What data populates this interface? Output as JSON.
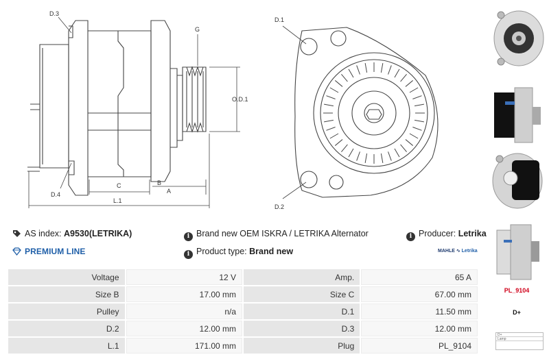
{
  "drawing": {
    "labels": {
      "d3": "D.3",
      "g": "G",
      "od1": "O.D.1",
      "c": "C",
      "b": "B",
      "a": "A",
      "l1": "L.1",
      "d4": "D.4",
      "d1": "D.1",
      "d2": "D.2"
    }
  },
  "info": {
    "as_index_label": "AS index:",
    "as_index_value": "A9530(LETRIKA)",
    "description": "Brand new OEM ISKRA / LETRIKA Alternator",
    "producer_label": "Producer:",
    "producer_value": "Letrika",
    "premium": "PREMIUM LINE",
    "product_type_label": "Product type:",
    "product_type_value": "Brand new",
    "brand_logo_a": "MAHLE",
    "brand_logo_b": "Letrika"
  },
  "specs": [
    {
      "k1": "Voltage",
      "v1": "12 V",
      "k2": "Amp.",
      "v2": "65 A"
    },
    {
      "k1": "Size B",
      "v1": "17.00 mm",
      "k2": "Size C",
      "v2": "67.00 mm"
    },
    {
      "k1": "Pulley",
      "v1": "n/a",
      "k2": "D.1",
      "v2": "11.50 mm"
    },
    {
      "k1": "D.2",
      "v1": "12.00 mm",
      "k2": "D.3",
      "v2": "12.00 mm"
    },
    {
      "k1": "L.1",
      "v1": "171.00 mm",
      "k2": "Plug",
      "v2": "PL_9104"
    }
  ],
  "sidebar": {
    "plug_code": "PL_9104",
    "terminal": "D+",
    "plug_table": [
      "D+",
      "Lamp"
    ]
  }
}
